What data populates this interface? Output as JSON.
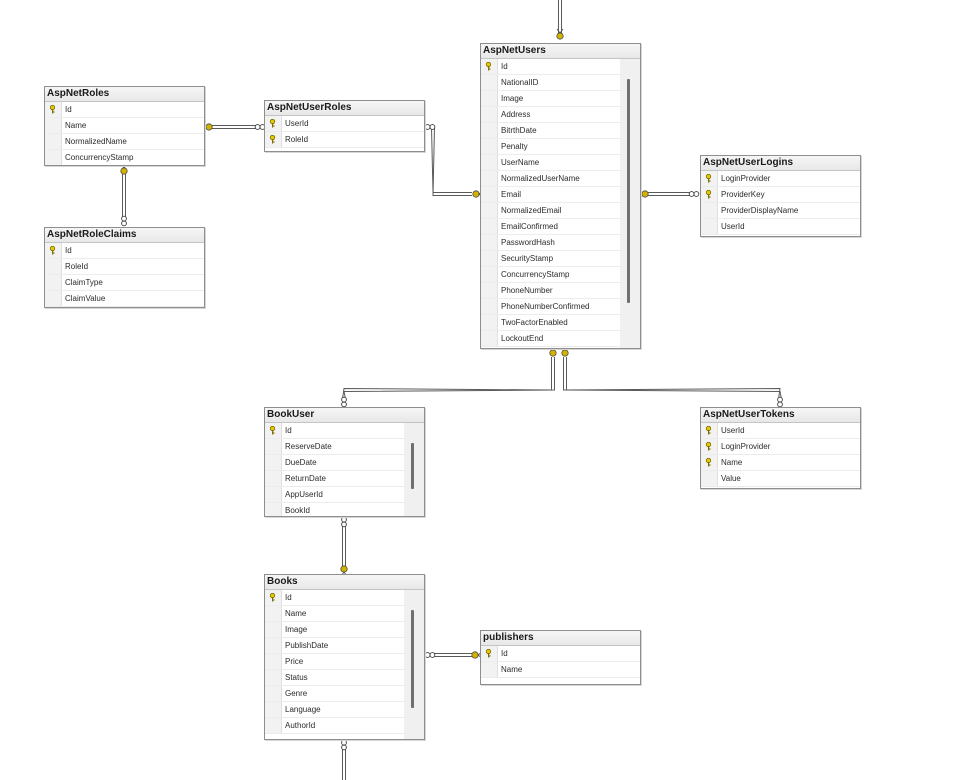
{
  "colors": {
    "line": "#5a5a5a",
    "key": "#d4b200",
    "border": "#8e8e8e"
  },
  "tables": {
    "aspnetroles": {
      "name": "AspNetRoles",
      "columns": [
        {
          "name": "Id",
          "pk": true
        },
        {
          "name": "Name"
        },
        {
          "name": "NormalizedName"
        },
        {
          "name": "ConcurrencyStamp"
        }
      ]
    },
    "aspnetuserroles": {
      "name": "AspNetUserRoles",
      "columns": [
        {
          "name": "UserId",
          "pk": true
        },
        {
          "name": "RoleId",
          "pk": true
        }
      ]
    },
    "aspnetroleclaims": {
      "name": "AspNetRoleClaims",
      "columns": [
        {
          "name": "Id",
          "pk": true
        },
        {
          "name": "RoleId"
        },
        {
          "name": "ClaimType"
        },
        {
          "name": "ClaimValue"
        }
      ]
    },
    "aspnetusers": {
      "name": "AspNetUsers",
      "columns": [
        {
          "name": "Id",
          "pk": true
        },
        {
          "name": "NationalID"
        },
        {
          "name": "Image"
        },
        {
          "name": "Address"
        },
        {
          "name": "BitrthDate"
        },
        {
          "name": "Penalty"
        },
        {
          "name": "UserName"
        },
        {
          "name": "NormalizedUserName"
        },
        {
          "name": "Email"
        },
        {
          "name": "NormalizedEmail"
        },
        {
          "name": "EmailConfirmed"
        },
        {
          "name": "PasswordHash"
        },
        {
          "name": "SecurityStamp"
        },
        {
          "name": "ConcurrencyStamp"
        },
        {
          "name": "PhoneNumber"
        },
        {
          "name": "PhoneNumberConfirmed"
        },
        {
          "name": "TwoFactorEnabled"
        },
        {
          "name": "LockoutEnd"
        }
      ]
    },
    "aspnetuserlogins": {
      "name": "AspNetUserLogins",
      "columns": [
        {
          "name": "LoginProvider",
          "pk": true
        },
        {
          "name": "ProviderKey",
          "pk": true
        },
        {
          "name": "ProviderDisplayName"
        },
        {
          "name": "UserId"
        }
      ]
    },
    "bookuser": {
      "name": "BookUser",
      "columns": [
        {
          "name": "Id",
          "pk": true
        },
        {
          "name": "ReserveDate"
        },
        {
          "name": "DueDate"
        },
        {
          "name": "ReturnDate"
        },
        {
          "name": "AppUserId"
        },
        {
          "name": "BookId"
        }
      ]
    },
    "aspnetusertokens": {
      "name": "AspNetUserTokens",
      "columns": [
        {
          "name": "UserId",
          "pk": true
        },
        {
          "name": "LoginProvider",
          "pk": true
        },
        {
          "name": "Name",
          "pk": true
        },
        {
          "name": "Value"
        }
      ]
    },
    "books": {
      "name": "Books",
      "columns": [
        {
          "name": "Id",
          "pk": true
        },
        {
          "name": "Name"
        },
        {
          "name": "Image"
        },
        {
          "name": "PublishDate"
        },
        {
          "name": "Price"
        },
        {
          "name": "Status"
        },
        {
          "name": "Genre"
        },
        {
          "name": "Language"
        },
        {
          "name": "AuthorId"
        }
      ]
    },
    "publishers": {
      "name": "publishers",
      "columns": [
        {
          "name": "Id",
          "pk": true
        },
        {
          "name": "Name"
        }
      ]
    }
  },
  "relationships": [
    {
      "from": "aspnetuserroles",
      "to": "aspnetroles"
    },
    {
      "from": "aspnetroleclaims",
      "to": "aspnetroles"
    },
    {
      "from": "aspnetuserroles",
      "to": "aspnetusers"
    },
    {
      "from": "aspnetuserlogins",
      "to": "aspnetusers"
    },
    {
      "from": "bookuser",
      "to": "aspnetusers"
    },
    {
      "from": "aspnetusertokens",
      "to": "aspnetusers"
    },
    {
      "from": "bookuser",
      "to": "books"
    },
    {
      "from": "books",
      "to": "publishers"
    }
  ]
}
